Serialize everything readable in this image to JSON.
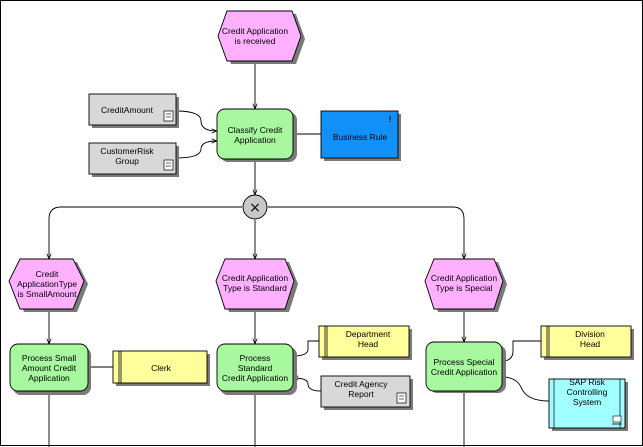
{
  "events": {
    "received": [
      "Credit Application",
      "is received"
    ],
    "small": [
      "Credit",
      "ApplicationType",
      "is SmallAmount"
    ],
    "standard": [
      "Credit Application",
      "Type is Standard"
    ],
    "special": [
      "Credit Application",
      "Type is Special"
    ]
  },
  "functions": {
    "classify": [
      "Classify Credit",
      "Application"
    ],
    "process_small": [
      "Process Small",
      "Amount Credit",
      "Application"
    ],
    "process_standard": [
      "Process",
      "Standard",
      "Credit Application"
    ],
    "process_special": [
      "Process Special",
      "Credit Application"
    ]
  },
  "information_objects": {
    "credit_amount": [
      "CreditAmount"
    ],
    "customer_risk_group": [
      "CustomerRisk",
      "Group"
    ],
    "credit_agency_report": [
      "Credit Agency",
      "Report"
    ]
  },
  "business_rule": {
    "label": [
      "Business Rule"
    ],
    "marker": "!"
  },
  "roles": {
    "clerk": [
      "Clerk"
    ],
    "department_head": [
      "Department",
      "Head"
    ],
    "division_head": [
      "Division",
      "Head"
    ]
  },
  "systems": {
    "sap_risk": [
      "SAP Risk",
      "Controlling",
      "System"
    ]
  },
  "connector": {
    "type": "XOR",
    "symbol": "×"
  },
  "colors": {
    "event": "#ffb0ff",
    "function": "#a8f8a0",
    "info_object": "#d8d8d8",
    "role": "#ffff9c",
    "business_rule": "#1090f8",
    "system": "#a0ffff",
    "connector": "#c8c8c8"
  }
}
